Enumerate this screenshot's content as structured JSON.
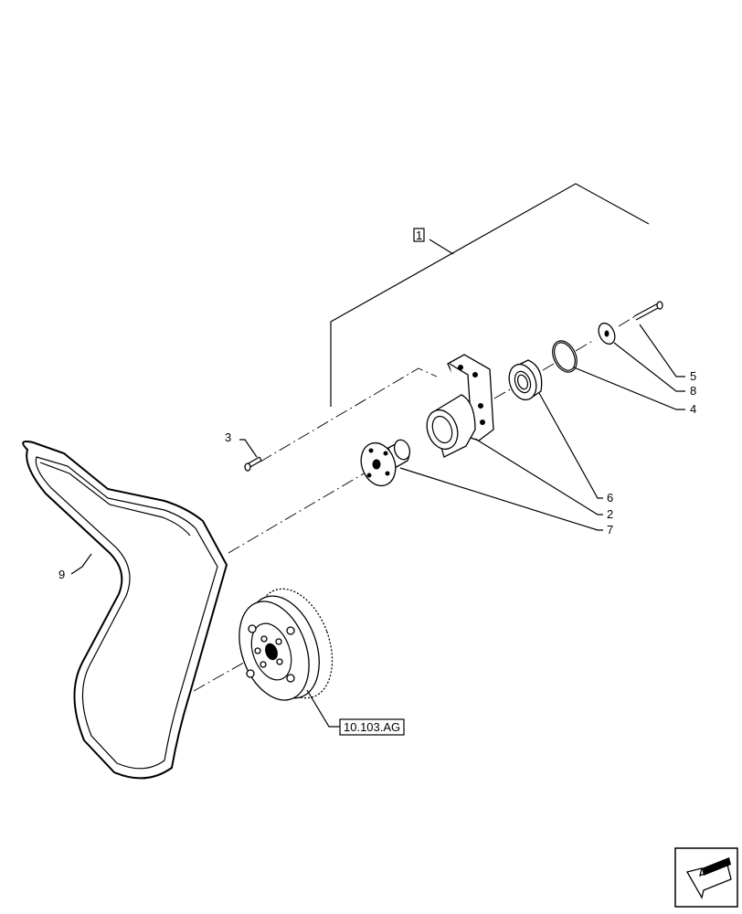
{
  "callouts": {
    "assembly": "1",
    "screw_3": "3",
    "pin_5": "5",
    "washer_8": "8",
    "ring_4": "4",
    "bearing_6": "6",
    "bracket_2": "2",
    "hub_7": "7",
    "belt_9": "9",
    "reference": "10.103.AG"
  },
  "icons": {
    "navigation": "next-page-arrow-icon"
  }
}
